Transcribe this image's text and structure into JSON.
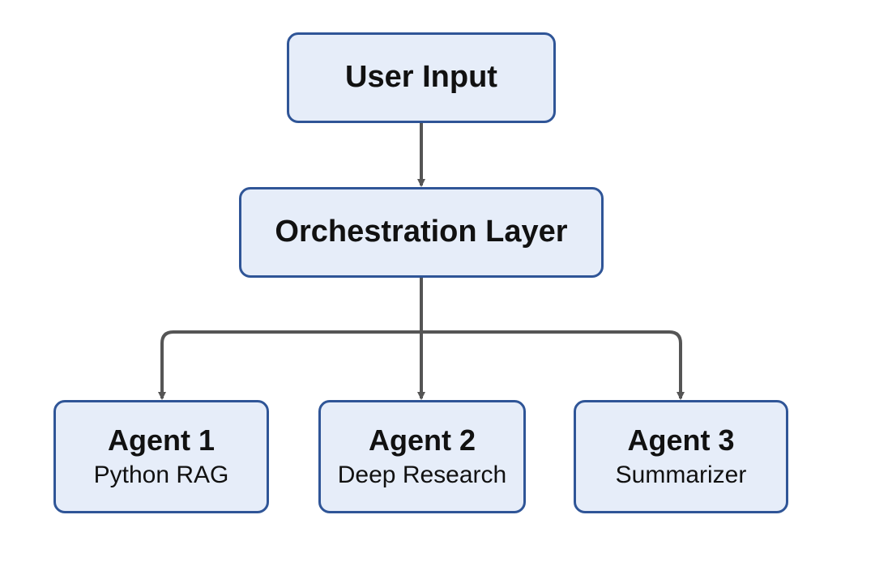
{
  "diagram": {
    "nodes": {
      "user_input": {
        "title": "User Input"
      },
      "orchestration": {
        "title": "Orchestration Layer"
      },
      "agent_1": {
        "title": "Agent 1",
        "subtitle": "Python RAG"
      },
      "agent_2": {
        "title": "Agent 2",
        "subtitle": "Deep Research"
      },
      "agent_3": {
        "title": "Agent 3",
        "subtitle": "Summarizer"
      }
    },
    "edges": [
      {
        "from": "user_input",
        "to": "orchestration"
      },
      {
        "from": "orchestration",
        "to": "agent_1"
      },
      {
        "from": "orchestration",
        "to": "agent_2"
      },
      {
        "from": "orchestration",
        "to": "agent_3"
      }
    ],
    "colors": {
      "node_fill": "#e6edf9",
      "node_border": "#2f5597",
      "connector": "#555555",
      "text": "#111111"
    }
  }
}
